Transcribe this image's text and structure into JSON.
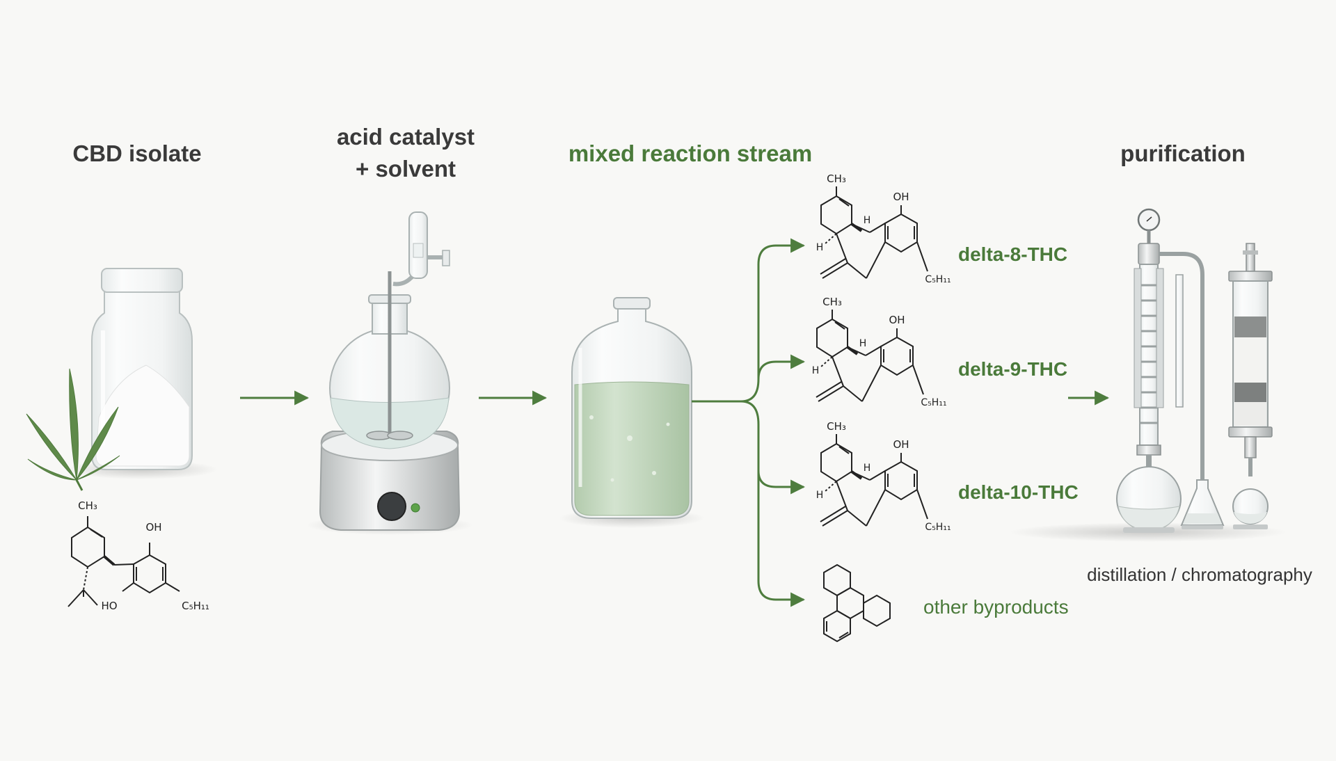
{
  "stages": {
    "input": {
      "label": "CBD isolate"
    },
    "reagents": {
      "line1": "acid catalyst",
      "line2": "+ solvent"
    },
    "stream": {
      "label": "mixed reaction stream"
    },
    "purification": {
      "label": "purification",
      "caption": "distillation / chromatography"
    }
  },
  "products": [
    {
      "label": "delta-8-THC"
    },
    {
      "label": "delta-9-THC"
    },
    {
      "label": "delta-10-THC"
    },
    {
      "label": "other byproducts"
    }
  ],
  "chem_labels": {
    "methyl": "CH₃",
    "hydroxyl": "OH",
    "hydroxyl_left": "HO",
    "pentyl": "C₅H₁₁",
    "hydrogen": "H"
  },
  "colors": {
    "accent_green": "#4a7a3a",
    "arrow_green": "#4e7d3e",
    "liquid_green": "#c4d8bf",
    "leaf_green": "#5f8a4a"
  }
}
